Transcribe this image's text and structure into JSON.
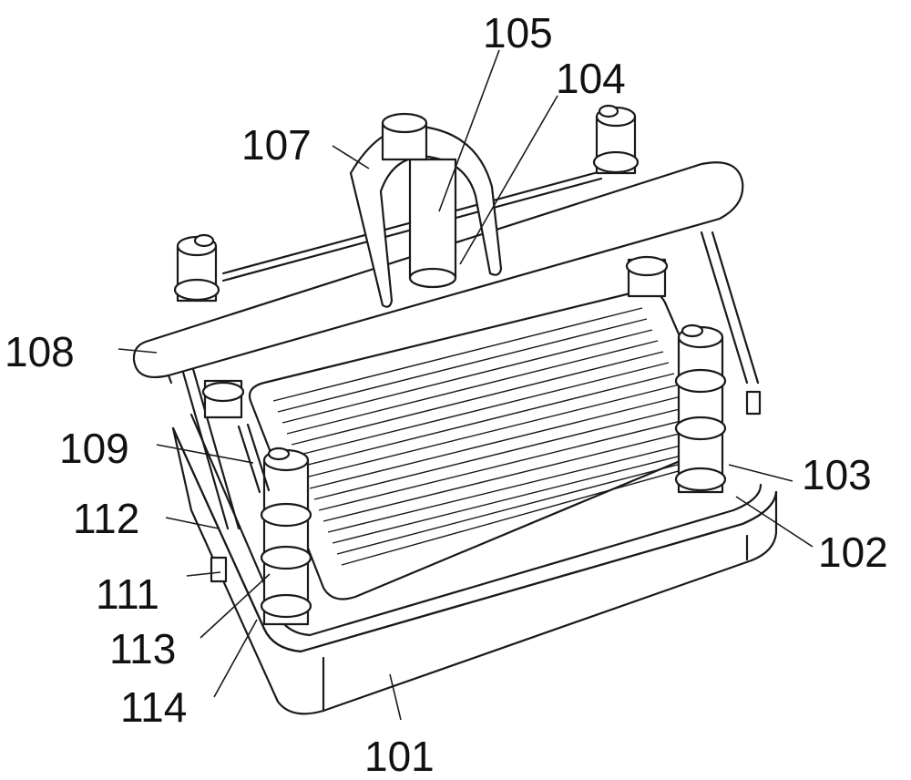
{
  "labels": {
    "l101": "101",
    "l102": "102",
    "l103": "103",
    "l104": "104",
    "l105": "105",
    "l107": "107",
    "l108": "108",
    "l109": "109",
    "l111": "111",
    "l112": "112",
    "l113": "113",
    "l114": "114"
  },
  "colors": {
    "line": "#1a1a1a",
    "background": "#ffffff"
  }
}
